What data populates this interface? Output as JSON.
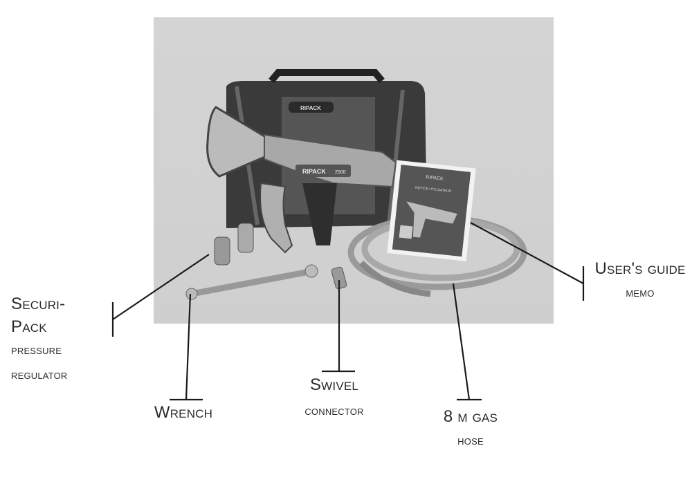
{
  "photo": {
    "bag_brand": "RIPACK",
    "gun_brand": "RIPACK",
    "gun_model": "2500",
    "manual_brand": "RIPACK",
    "manual_title": "NOTICE UTILISATEUR"
  },
  "labels": {
    "securipack": {
      "line1": "Securi-",
      "line2": "Pack",
      "line3": "pressure",
      "line4": "regulator"
    },
    "wrench": {
      "line1": "Wrench"
    },
    "swivel": {
      "line1": "Swivel",
      "line2": "connector"
    },
    "hose": {
      "line1": "8 m gas",
      "line2": "hose"
    },
    "guide": {
      "line1": "User's guide",
      "line2": "memo"
    }
  }
}
